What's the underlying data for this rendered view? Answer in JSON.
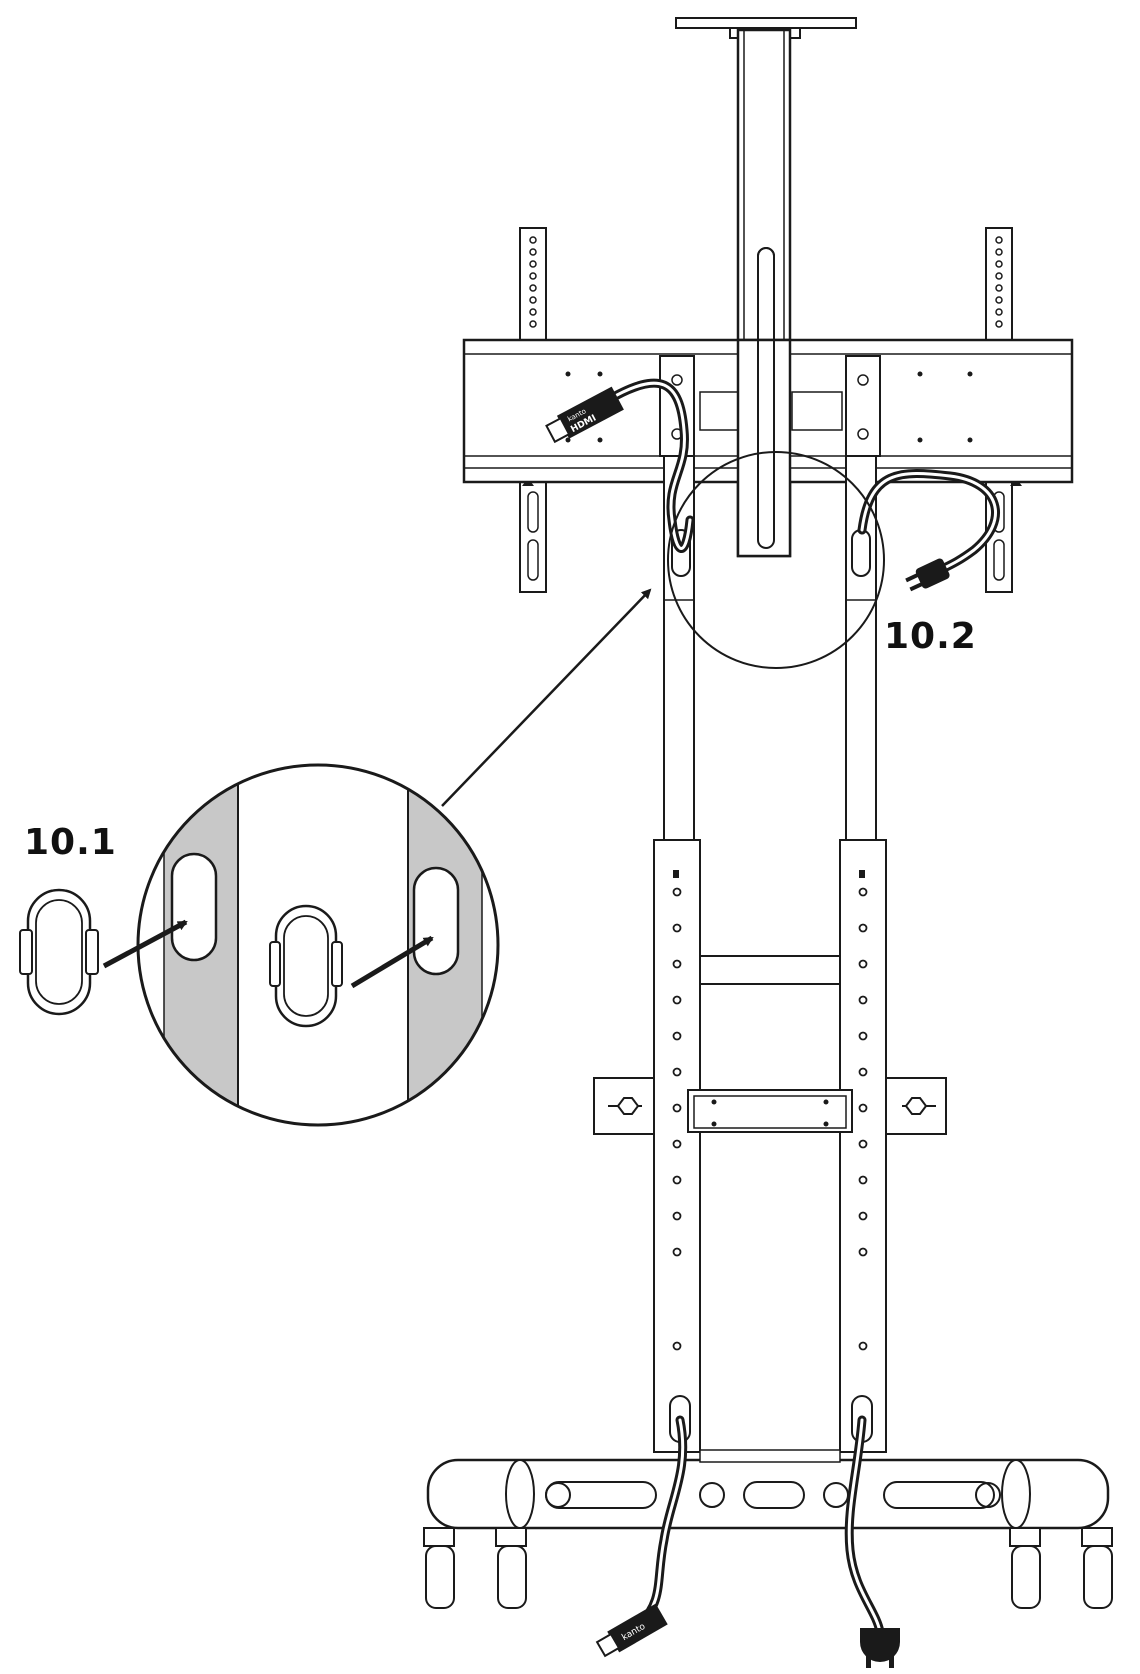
{
  "labels": {
    "step_10_1": "10.1",
    "step_10_2": "10.2"
  },
  "connectors": {
    "hdmi_brand_top": "kanto",
    "hdmi_logo": "HDMI",
    "hdmi_brand_bottom": "kanto"
  },
  "colors": {
    "line": "#1a1a1a",
    "upright_fill": "#c8c8c8",
    "background": "#ffffff"
  }
}
